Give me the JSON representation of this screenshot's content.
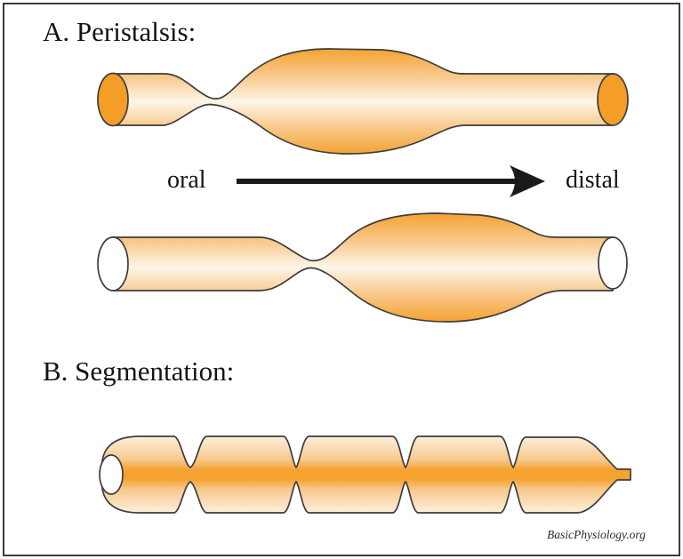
{
  "panel_a": {
    "title": "A. Peristalsis:"
  },
  "panel_b": {
    "title": "B. Segmentation:"
  },
  "arrow": {
    "from_label": "oral",
    "to_label": "distal"
  },
  "credit": {
    "text": "BasicPhysiology.org"
  },
  "colors": {
    "tube_orange": "#F5A231",
    "tube_mid": "#F8CC93",
    "tube_highlight": "#FEF6E9",
    "seg_cream": "#FCEFDC",
    "seg_mid": "#F8CA8F",
    "seg_orange": "#F5A231",
    "cap_orange": "#F49E28",
    "cap_white": "#FFFFFF",
    "ink": "#1A1A1A"
  }
}
